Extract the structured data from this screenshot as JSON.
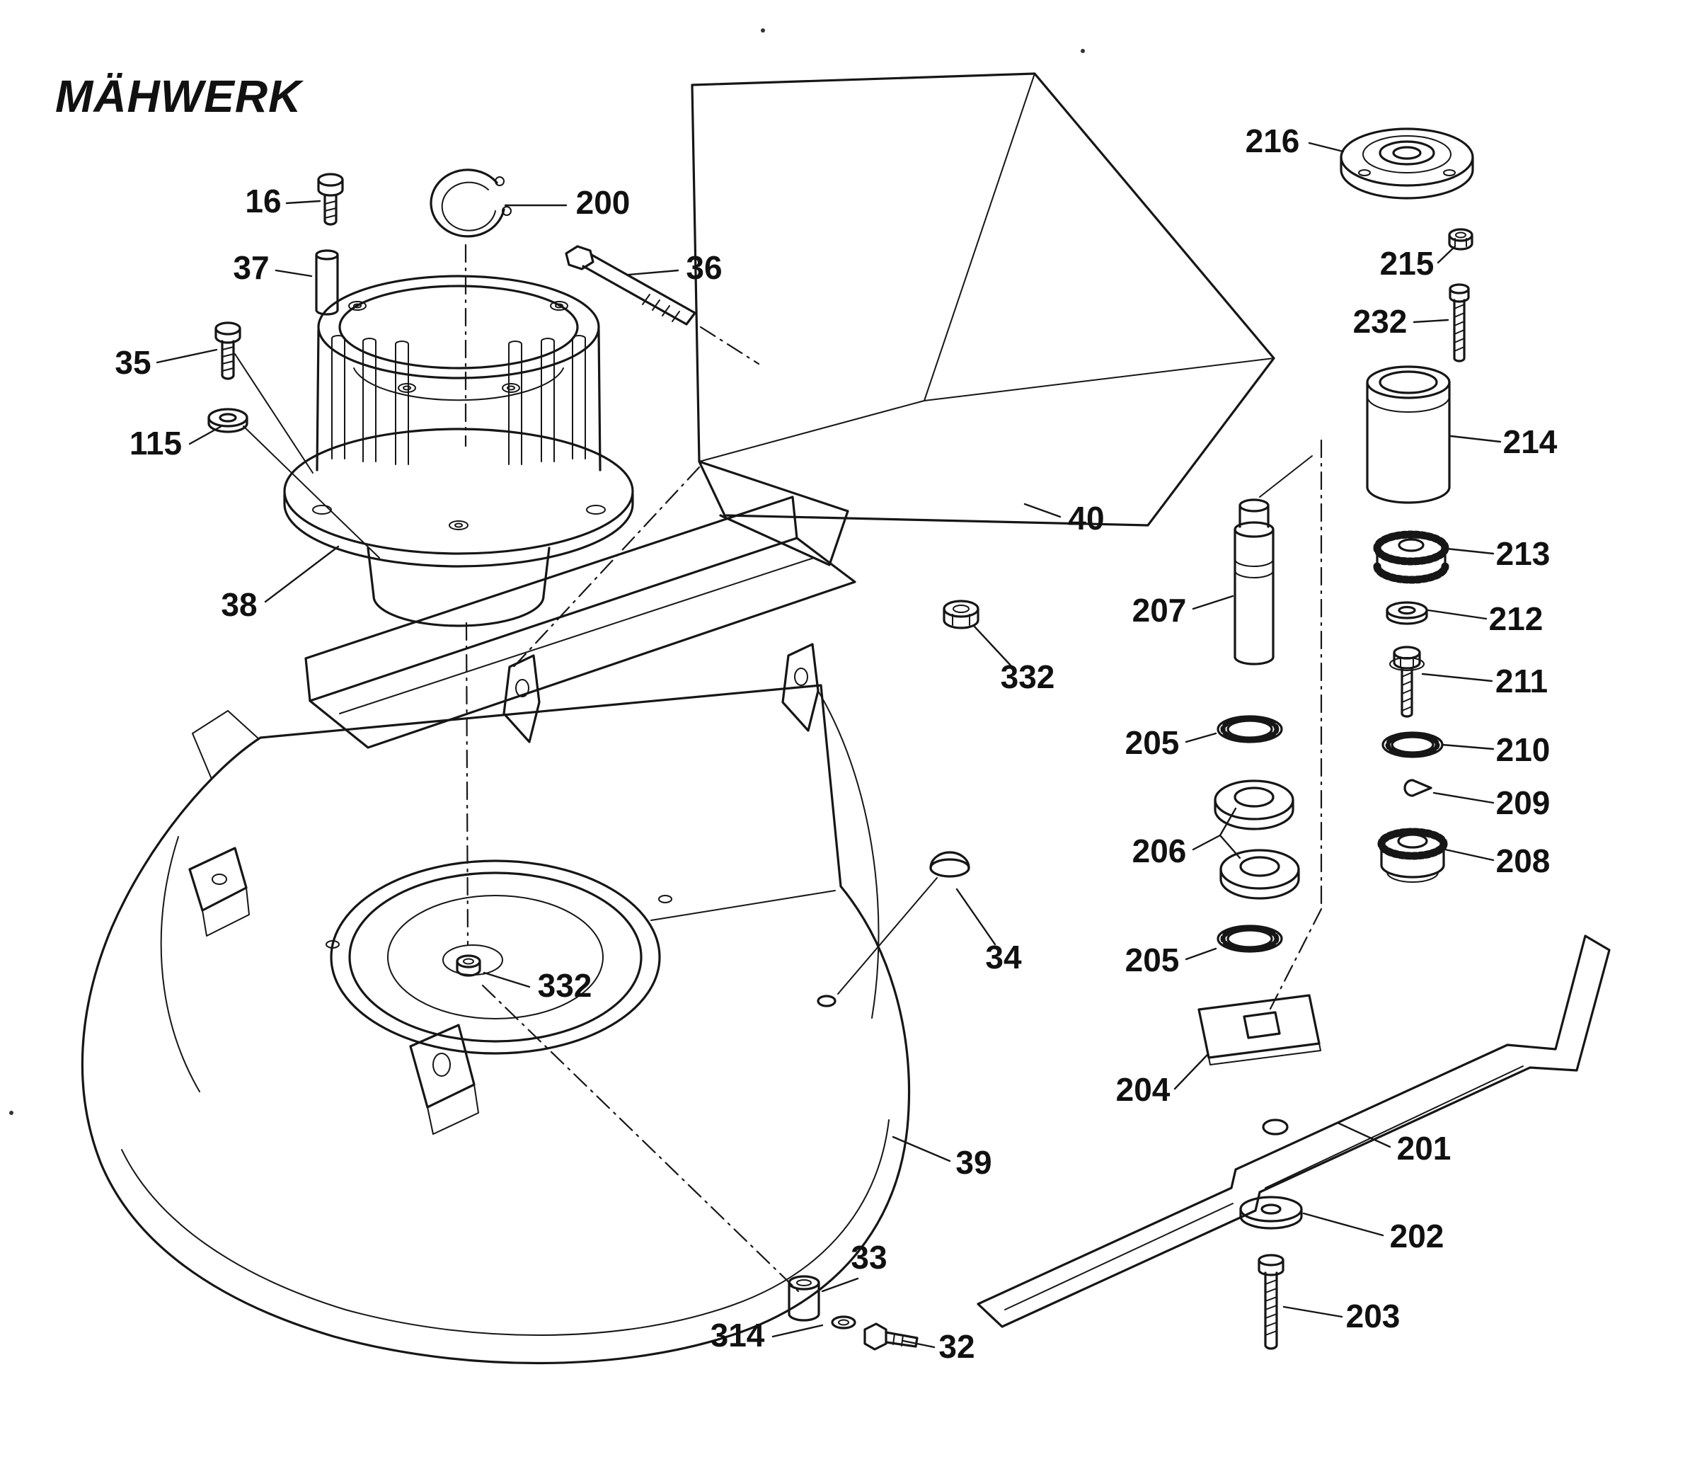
{
  "title": "MÄHWERK",
  "diagram": {
    "type": "exploded-parts-diagram",
    "background": "#ffffff",
    "line_color": "#161616",
    "text_color": "#111111"
  },
  "parts": [
    {
      "id": "16",
      "label": "16"
    },
    {
      "id": "200",
      "label": "200"
    },
    {
      "id": "37",
      "label": "37"
    },
    {
      "id": "36",
      "label": "36"
    },
    {
      "id": "35",
      "label": "35"
    },
    {
      "id": "115",
      "label": "115"
    },
    {
      "id": "38",
      "label": "38"
    },
    {
      "id": "40",
      "label": "40"
    },
    {
      "id": "216",
      "label": "216"
    },
    {
      "id": "215",
      "label": "215"
    },
    {
      "id": "232",
      "label": "232"
    },
    {
      "id": "214",
      "label": "214"
    },
    {
      "id": "213",
      "label": "213"
    },
    {
      "id": "212",
      "label": "212"
    },
    {
      "id": "211",
      "label": "211"
    },
    {
      "id": "207",
      "label": "207"
    },
    {
      "id": "205-upper",
      "label": "205"
    },
    {
      "id": "206",
      "label": "206"
    },
    {
      "id": "210",
      "label": "210"
    },
    {
      "id": "209",
      "label": "209"
    },
    {
      "id": "208",
      "label": "208"
    },
    {
      "id": "205-lower",
      "label": "205"
    },
    {
      "id": "332-upper",
      "label": "332"
    },
    {
      "id": "34",
      "label": "34"
    },
    {
      "id": "332-deck",
      "label": "332"
    },
    {
      "id": "204",
      "label": "204"
    },
    {
      "id": "201",
      "label": "201"
    },
    {
      "id": "202",
      "label": "202"
    },
    {
      "id": "203",
      "label": "203"
    },
    {
      "id": "39",
      "label": "39"
    },
    {
      "id": "33",
      "label": "33"
    },
    {
      "id": "314",
      "label": "314"
    },
    {
      "id": "32",
      "label": "32"
    }
  ]
}
